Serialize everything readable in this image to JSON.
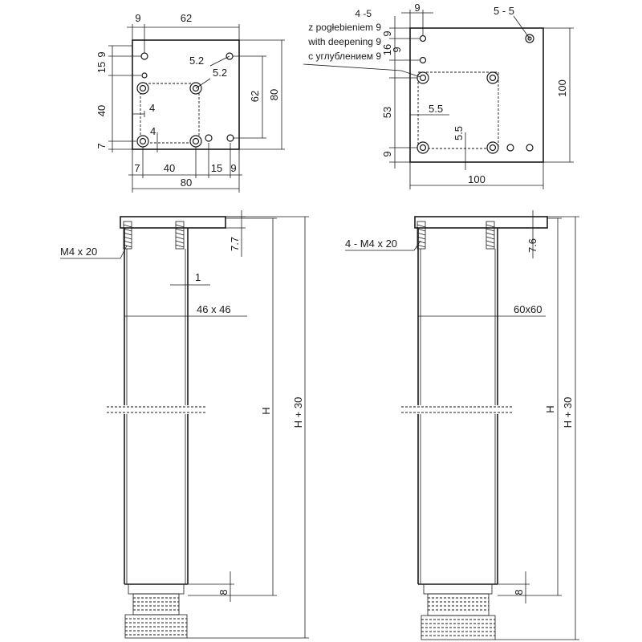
{
  "plate_small": {
    "dim_top_9": "9",
    "dim_top_62": "62",
    "dim_left_9": "9",
    "dim_left_15": "15",
    "dim_left_40": "40",
    "dim_left_7": "7",
    "dim_right_62": "62",
    "dim_right_80": "80",
    "hole_label_a": "5.2",
    "hole_label_b": "5.2",
    "inner_4a": "4",
    "inner_4b": "4",
    "dim_bot_7": "7",
    "dim_bot_40": "40",
    "dim_bot_15": "15",
    "dim_bot_9": "9",
    "dim_bot_80": "80"
  },
  "plate_large": {
    "note_line1": "4 -5",
    "note_line2": "z pogłebieniem 9",
    "note_line3": "with deepening 9",
    "note_line4": "с углублением 9",
    "dim_top_9": "9",
    "hole_label_55": "5 - 5",
    "dim_left_9a": "9",
    "dim_left_16": "16",
    "dim_left_9b": "9",
    "dim_left_53": "53",
    "dim_left_9c": "9",
    "dim_55a": "5.5",
    "dim_55b": "5.5",
    "dim_right_100": "100",
    "dim_bot_100": "100"
  },
  "leg_small": {
    "screw_label": "M4 x 20",
    "dim_77": "7.7",
    "dim_1": "1",
    "section": "46 x 46",
    "dim_H": "H",
    "dim_H30": "H + 30",
    "dim_8": "8"
  },
  "leg_large": {
    "screw_label": "4 - M4 x 20",
    "dim_76": "7.6",
    "section": "60x60",
    "dim_H": "H",
    "dim_H30": "H + 30",
    "dim_8": "8"
  }
}
